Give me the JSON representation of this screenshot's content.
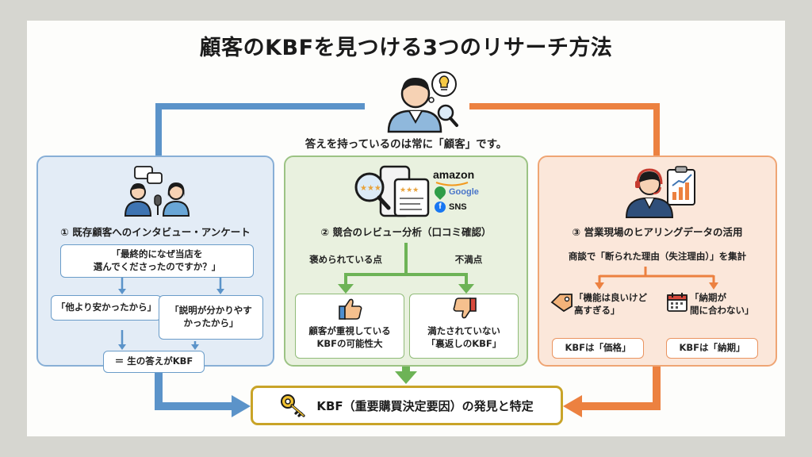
{
  "title": "顧客のKBFを見つける3つのリサーチ方法",
  "subtitle": "答えを持っているのは常に「顧客」です。",
  "colors": {
    "blue": "#5b93c9",
    "green": "#6db356",
    "orange": "#ec8140",
    "gold": "#c9a428"
  },
  "method1": {
    "title": "① 既存顧客へのインタビュー・アンケート",
    "question": "「最終的になぜ当店を\n選んでくださったのですか？」",
    "answer_left": "「他より安かったから」",
    "answer_right": "「説明が分かりやす\nかったから」",
    "conclusion": "＝ 生の答えがKBF",
    "icons": [
      "interview-people-icon",
      "speech-bubble-icon",
      "microphone-icon"
    ]
  },
  "method2": {
    "title": "② 競合のレビュー分析（口コミ確認）",
    "brand_amazon": "amazon",
    "brand_google": "Google",
    "brand_sns": "SNS",
    "label_praise": "褒められている点",
    "label_complaint": "不満点",
    "result_praise": "顧客が重視している\nKBFの可能性大",
    "result_complaint": "満たされていない\n「裏返しのKBF」",
    "icons": [
      "magnifier-review-icon",
      "phone-review-icon",
      "thumbs-up-icon",
      "thumbs-down-icon"
    ]
  },
  "method3": {
    "title": "③ 営業現場のヒアリングデータの活用",
    "summary": "商談で「断られた理由（失注理由）」を集計",
    "reason_left": "「機能は良いけど\n高すぎる」",
    "reason_right": "「納期が\n間に合わない」",
    "kbf_left": "KBFは「価格」",
    "kbf_right": "KBFは「納期」",
    "icons": [
      "sales-headset-icon",
      "clipboard-chart-icon",
      "price-tag-icon",
      "calendar-icon"
    ]
  },
  "final_result": "KBF（重要購買決定要因）の発見と特定",
  "center_icons": [
    "customer-thinking-icon",
    "lightbulb-icon",
    "magnifier-icon",
    "key-icon"
  ]
}
